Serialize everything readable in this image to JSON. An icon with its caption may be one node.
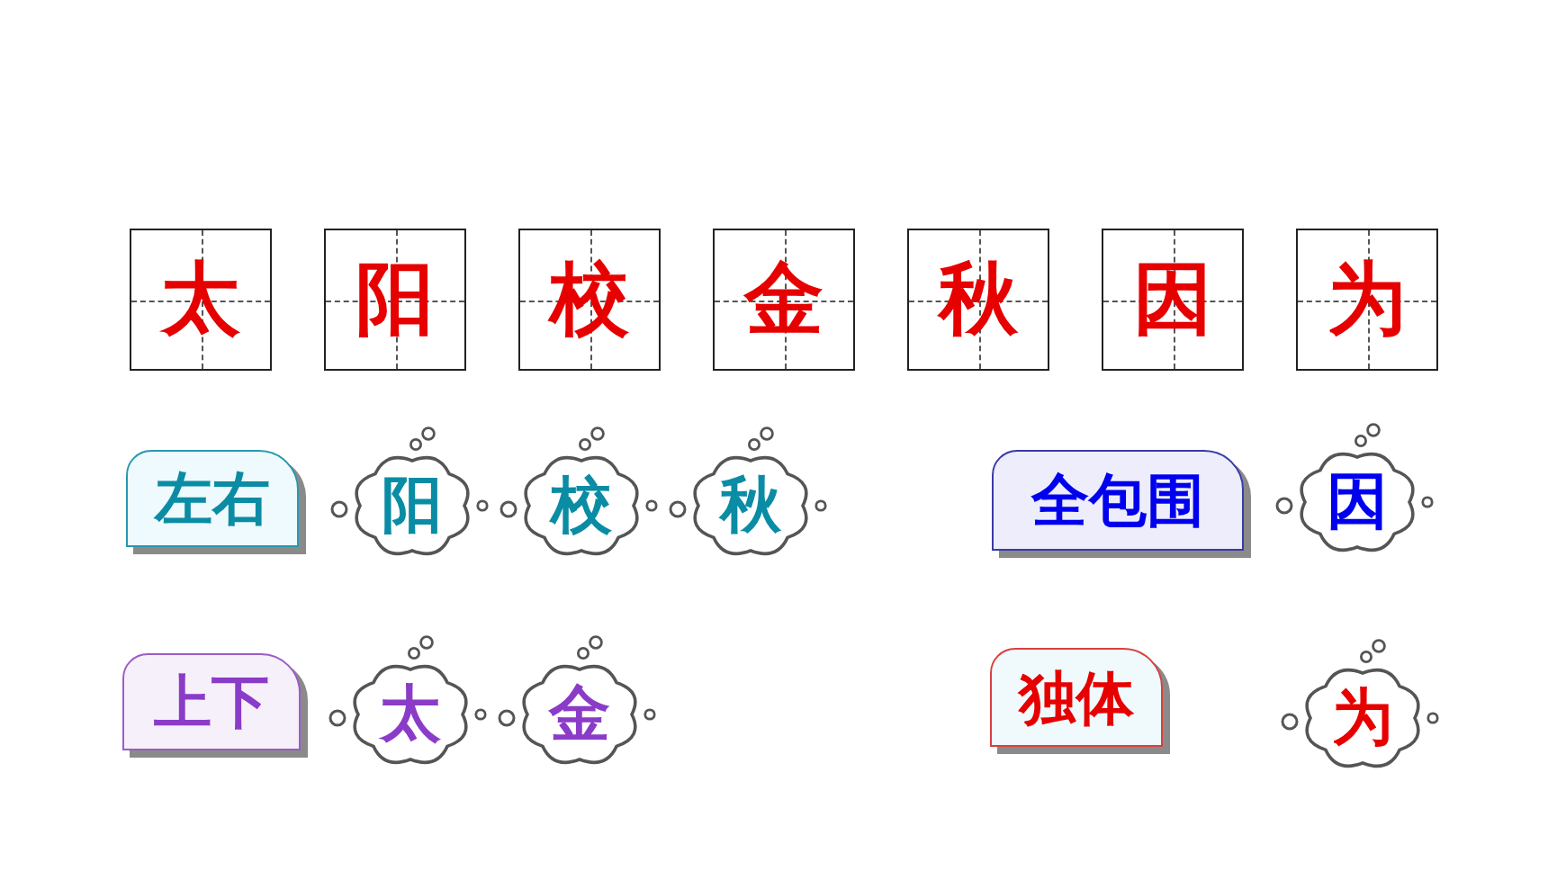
{
  "diagram": {
    "nodes": [
      {
        "text": [
          "太"
        ]
      },
      {
        "text": [
          "阳"
        ]
      },
      {
        "text": [
          "校"
        ]
      },
      {
        "text": [
          "金"
        ]
      },
      {
        "text": [
          "秋"
        ]
      },
      {
        "text": [
          "因"
        ]
      },
      {
        "text": [
          "为"
        ]
      },
      {
        "text": [
          "左右"
        ]
      },
      {
        "text": [
          "阳"
        ]
      },
      {
        "text": [
          "校"
        ]
      },
      {
        "text": [
          "秋"
        ]
      },
      {
        "text": [
          "全包围"
        ]
      },
      {
        "text": [
          "因"
        ]
      },
      {
        "text": [
          "上下"
        ]
      },
      {
        "text": [
          "太"
        ]
      },
      {
        "text": [
          "金"
        ]
      },
      {
        "text": [
          "独体"
        ]
      },
      {
        "text": [
          "为"
        ]
      }
    ]
  }
}
